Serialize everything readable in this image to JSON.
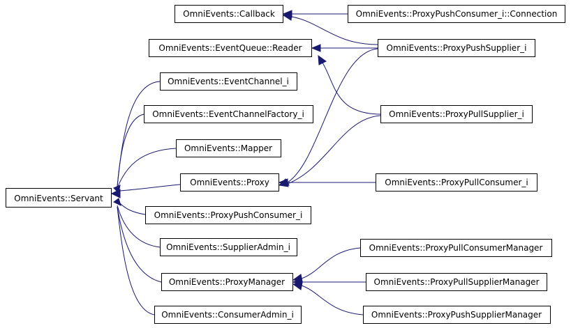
{
  "diagram": {
    "colors": {
      "edge": "#191970",
      "box_border": "#000000",
      "background": "#ffffff"
    },
    "nodes": {
      "servant": "OmniEvents::Servant",
      "callback": "OmniEvents::Callback",
      "proxy_push_consumer_connection": "OmniEvents::ProxyPushConsumer_i::Connection",
      "event_queue_reader": "OmniEvents::EventQueue::Reader",
      "proxy_push_supplier": "OmniEvents::ProxyPushSupplier_i",
      "event_channel": "OmniEvents::EventChannel_i",
      "event_channel_factory": "OmniEvents::EventChannelFactory_i",
      "proxy_pull_supplier": "OmniEvents::ProxyPullSupplier_i",
      "mapper": "OmniEvents::Mapper",
      "proxy": "OmniEvents::Proxy",
      "proxy_pull_consumer": "OmniEvents::ProxyPullConsumer_i",
      "proxy_push_consumer": "OmniEvents::ProxyPushConsumer_i",
      "supplier_admin": "OmniEvents::SupplierAdmin_i",
      "proxy_pull_consumer_manager": "OmniEvents::ProxyPullConsumerManager",
      "proxy_manager": "OmniEvents::ProxyManager",
      "proxy_pull_supplier_manager": "OmniEvents::ProxyPullSupplierManager",
      "consumer_admin": "OmniEvents::ConsumerAdmin_i",
      "proxy_push_supplier_manager": "OmniEvents::ProxyPushSupplierManager"
    }
  }
}
